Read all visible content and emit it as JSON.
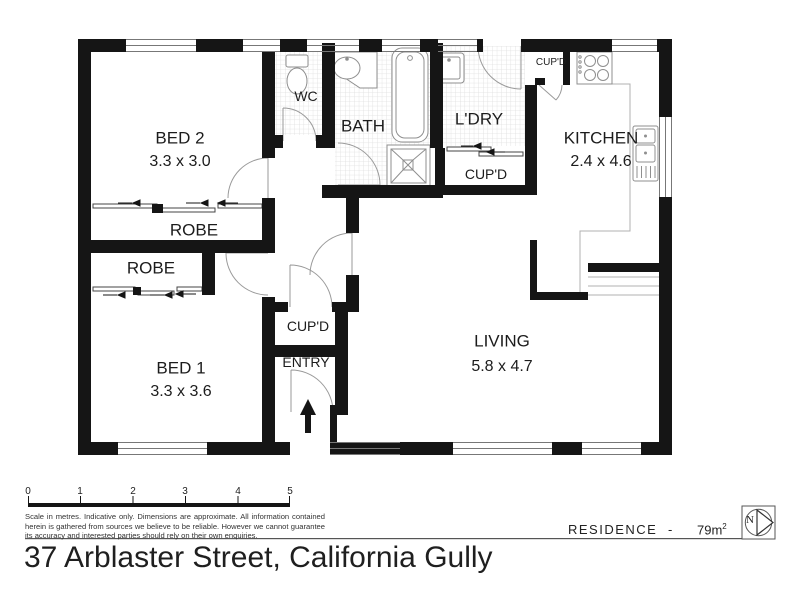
{
  "floor_plan": {
    "rooms": {
      "bed2": {
        "label": "BED 2",
        "dimensions": "3.3 x 3.0"
      },
      "bed1": {
        "label": "BED 1",
        "dimensions": "3.3 x 3.6"
      },
      "wc": {
        "label": "WC"
      },
      "bath": {
        "label": "BATH"
      },
      "laundry": {
        "label": "L'DRY"
      },
      "kitchen": {
        "label": "KITCHEN",
        "dimensions": "2.4 x 4.6"
      },
      "living": {
        "label": "LIVING",
        "dimensions": "5.8 x 4.7"
      },
      "robe_bed2": {
        "label": "ROBE"
      },
      "robe_bed1": {
        "label": "ROBE"
      },
      "cupboard_laundry": {
        "label": "CUP'D"
      },
      "cupboard_kitchen": {
        "label": "CUP'D"
      },
      "cupboard_hall": {
        "label": "CUP'D"
      },
      "entry": {
        "label": "ENTRY"
      }
    },
    "fixture_icons": [
      "toilet-icon",
      "basin-icon",
      "bathtub-icon",
      "shower-icon",
      "laundry-trough-icon",
      "stove-icon",
      "kitchen-sink-icon",
      "entry-arrow-icon",
      "north-compass-icon"
    ]
  },
  "scale_bar": {
    "tick_labels": [
      "0",
      "1",
      "2",
      "3",
      "4",
      "5"
    ]
  },
  "disclaimer": "Scale in metres. Indicative only. Dimensions are approximate. All information contained herein is gathered from sources we believe to be reliable. However we cannot guarantee its accuracy and interested parties should rely on their own enquiries.",
  "footer": {
    "residence_label": "RESIDENCE",
    "separator": "-",
    "area": "79m",
    "area_superscript": "2",
    "north_marker": "N"
  },
  "address_title": "37 Arblaster Street, California Gully",
  "colors": {
    "wall": "#151515",
    "fixture_line": "#8f8f8f",
    "tile_line": "#dedede",
    "text": "#1c1c1c"
  }
}
